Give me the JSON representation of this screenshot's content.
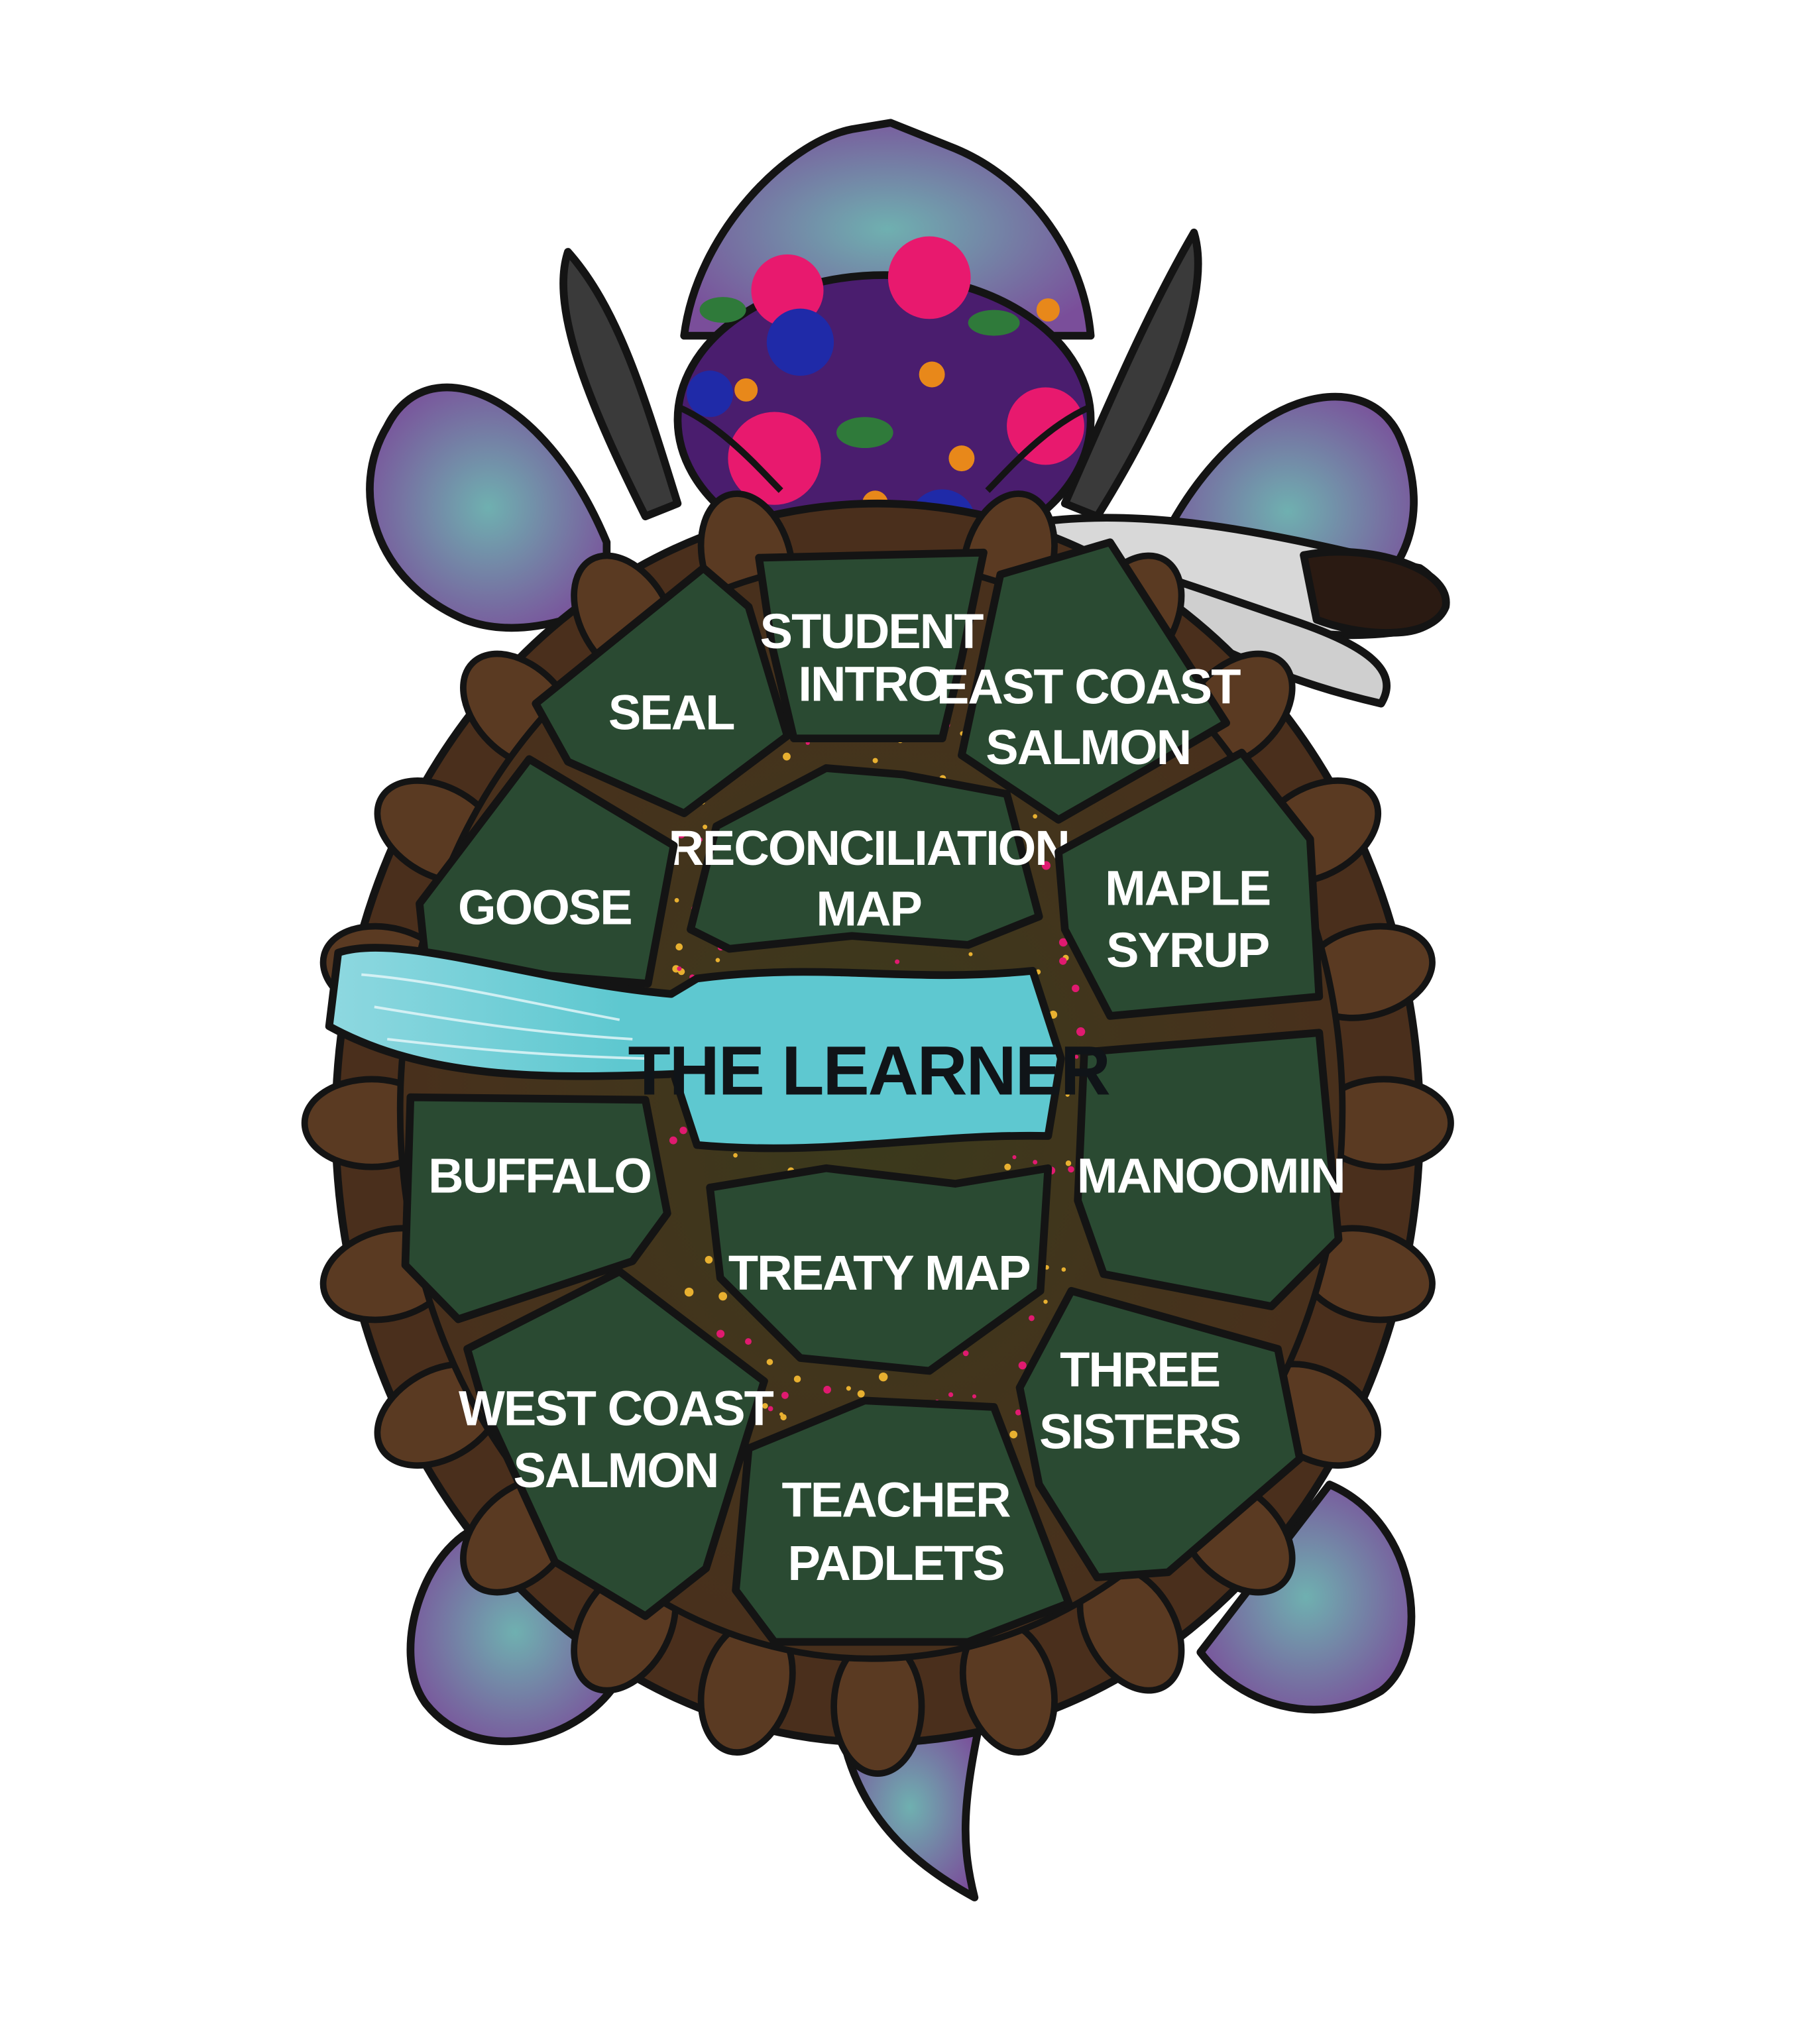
{
  "colors": {
    "scute": "#2a4a32",
    "shell_rim": "#4a2f1c",
    "marginal": "#5a3a22",
    "skin": "#7a5a9a",
    "skin_light": "#6fa0a8",
    "river": "#5ec8d0",
    "head_pattern": "#4a1d6e",
    "flower_pink": "#e8196e",
    "flower_blue": "#1f2aa8",
    "flower_orange": "#e8881a",
    "dots_gold": "#e8b030",
    "dots_pink": "#e01a70"
  },
  "sections": {
    "seal": {
      "lines": [
        "SEAL"
      ]
    },
    "student_intro": {
      "lines": [
        "STUDENT",
        "INTRO"
      ]
    },
    "east_coast_salmon": {
      "lines": [
        "EAST COAST",
        "SALMON"
      ]
    },
    "reconciliation_map": {
      "lines": [
        "RECONCILIATION",
        "MAP"
      ]
    },
    "goose": {
      "lines": [
        "GOOSE"
      ]
    },
    "maple_syrup": {
      "lines": [
        "MAPLE",
        "SYRUP"
      ]
    },
    "the_learner": {
      "lines": [
        "THE LEARNER"
      ]
    },
    "buffalo": {
      "lines": [
        "BUFFALO"
      ]
    },
    "manoomin": {
      "lines": [
        "MANOOMIN"
      ]
    },
    "treaty_map": {
      "lines": [
        "TREATY MAP"
      ]
    },
    "west_coast_salmon": {
      "lines": [
        "WEST COAST",
        "SALMON"
      ]
    },
    "three_sisters": {
      "lines": [
        "THREE",
        "SISTERS"
      ]
    },
    "teacher_padlets": {
      "lines": [
        "TEACHER",
        "PADLETS"
      ]
    }
  }
}
